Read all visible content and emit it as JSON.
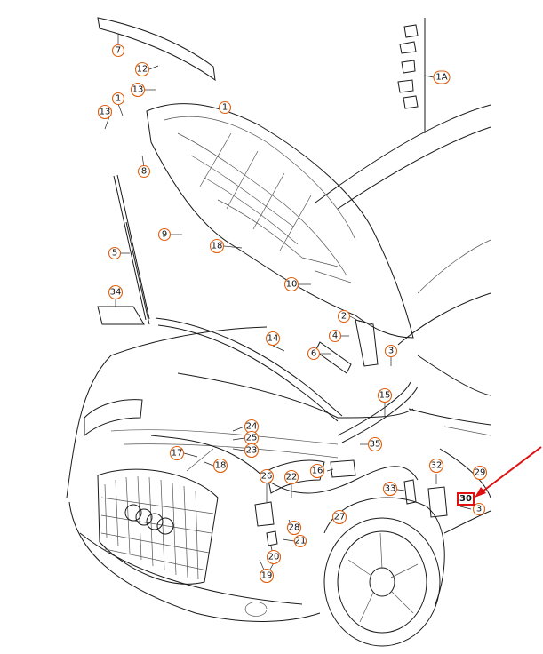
{
  "callouts": [
    {
      "key": "c7",
      "text": "7"
    },
    {
      "key": "c12",
      "text": "12"
    },
    {
      "key": "c13a",
      "text": "13"
    },
    {
      "key": "c1a",
      "text": "1"
    },
    {
      "key": "c13b",
      "text": "13"
    },
    {
      "key": "c1b",
      "text": "1"
    },
    {
      "key": "c8",
      "text": "8"
    },
    {
      "key": "c9",
      "text": "9"
    },
    {
      "key": "c18",
      "text": "18"
    },
    {
      "key": "c5",
      "text": "5"
    },
    {
      "key": "c10",
      "text": "10"
    },
    {
      "key": "c34",
      "text": "34"
    },
    {
      "key": "c2a",
      "text": "2"
    },
    {
      "key": "c4",
      "text": "4"
    },
    {
      "key": "c6",
      "text": "6"
    },
    {
      "key": "c3a",
      "text": "3"
    },
    {
      "key": "c14",
      "text": "14"
    },
    {
      "key": "c15",
      "text": "15"
    },
    {
      "key": "c1A",
      "text": "1A"
    },
    {
      "key": "c24",
      "text": "24"
    },
    {
      "key": "c25",
      "text": "25"
    },
    {
      "key": "c23",
      "text": "23"
    },
    {
      "key": "c17",
      "text": "17"
    },
    {
      "key": "c18b",
      "text": "18"
    },
    {
      "key": "c35",
      "text": "35"
    },
    {
      "key": "c16",
      "text": "16"
    },
    {
      "key": "c32",
      "text": "32"
    },
    {
      "key": "c29",
      "text": "29"
    },
    {
      "key": "c26",
      "text": "26"
    },
    {
      "key": "c22",
      "text": "22"
    },
    {
      "key": "c33",
      "text": "33"
    },
    {
      "key": "c27",
      "text": "27"
    },
    {
      "key": "c28",
      "text": "28"
    },
    {
      "key": "c21",
      "text": "21"
    },
    {
      "key": "c20",
      "text": "20"
    },
    {
      "key": "c19",
      "text": "19"
    },
    {
      "key": "c3b",
      "text": "3"
    }
  ],
  "highlighted_part": {
    "text": "30"
  },
  "colors": {
    "callout_border": "#e06010",
    "highlight": "#e01010",
    "line": "#1a1a1a"
  }
}
